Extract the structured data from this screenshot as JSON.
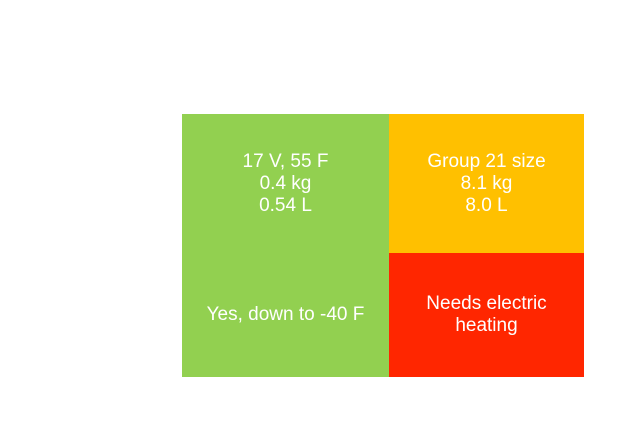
{
  "colors": {
    "green": "#92D050",
    "gold": "#FFC000",
    "red": "#FF2600",
    "text": "#FFFFFF",
    "background": "#FFFFFF"
  },
  "table": {
    "cells": [
      {
        "position": "top-left",
        "color": "#92D050",
        "lines": [
          "17 V, 55 F",
          "0.4 kg",
          "0.54 L"
        ]
      },
      {
        "position": "top-right",
        "color": "#FFC000",
        "lines": [
          "Group 21 size",
          "8.1 kg",
          "8.0 L"
        ]
      },
      {
        "position": "bottom-left",
        "color": "#92D050",
        "lines": [
          "Yes, down to -40 F"
        ]
      },
      {
        "position": "bottom-right",
        "color": "#FF2600",
        "lines": [
          "Needs electric heating"
        ]
      }
    ]
  },
  "chart_data": {
    "type": "table",
    "rows": [
      [
        "17 V, 55 F\n0.4 kg\n0.54 L",
        "Group 21 size\n8.1 kg\n8.0 L"
      ],
      [
        "Yes, down to -40 F",
        "Needs electric heating"
      ]
    ],
    "cell_colors": [
      [
        "#92D050",
        "#FFC000"
      ],
      [
        "#92D050",
        "#FF2600"
      ]
    ],
    "text_color": "#FFFFFF",
    "grid": false,
    "notes": "2x2 colored comparison cells; green = favorable, gold = neutral, red = unfavorable"
  }
}
